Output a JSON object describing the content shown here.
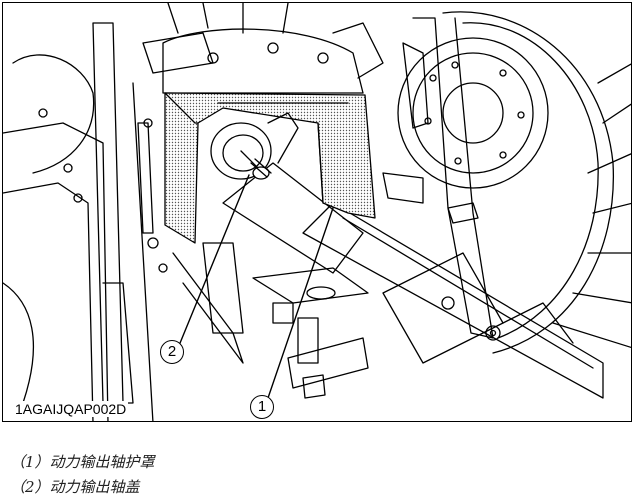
{
  "figure": {
    "code": "1AGAIJQAP002D",
    "callouts": [
      {
        "number": "1",
        "target": "pto-shaft-guard"
      },
      {
        "number": "2",
        "target": "pto-shaft-cap"
      }
    ]
  },
  "legend": {
    "items": [
      {
        "text": "（1）动力输出轴护罩"
      },
      {
        "text": "（2）动力输出轴盖"
      }
    ]
  }
}
